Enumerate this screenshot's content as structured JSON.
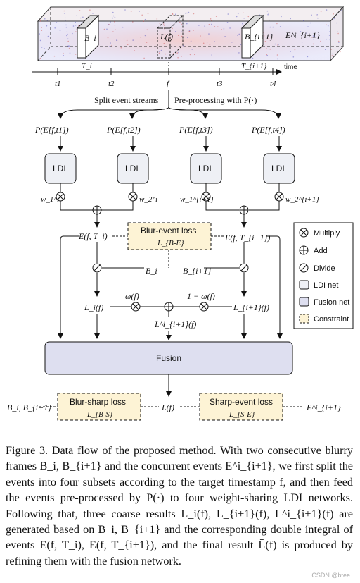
{
  "figure": {
    "timeline": {
      "frame_left": "B_i",
      "frame_center": "L(f)",
      "frame_right": "B_{i+1}",
      "events_right": "E^i_{i+1}",
      "interval_left": "T_i",
      "interval_right": "T_{i+1}",
      "axis_label": "time",
      "ticks": [
        "t1",
        "t2",
        "f",
        "t3",
        "t4"
      ]
    },
    "split_label": "Split event streams",
    "preprocess_label": "Pre-processing with P(·)",
    "inputs": [
      "P(E[f,t1])",
      "P(E[f,t2])",
      "P(E[f,t3])",
      "P(E[f,t4])"
    ],
    "ldi_label": "LDI",
    "weights": [
      "w_1^i",
      "w_2^i",
      "w_1^{i+1}",
      "w_2^{i+1}"
    ],
    "E_left": "E(f, T_i)",
    "E_right": "E(f, T_{i+1})",
    "blur_event_loss": {
      "title": "Blur-event loss",
      "symbol": "L_{B-E}"
    },
    "B_left": "B_i",
    "B_right": "B_{i+1}",
    "omega_left": "ω(f)",
    "omega_right": "1 − ω(f)",
    "L_left": "L_i(f)",
    "L_right": "L_{i+1}(f)",
    "L_mid": "L^i_{i+1}(f)",
    "fusion_label": "Fusion",
    "blur_sharp_loss": {
      "title": "Blur-sharp loss",
      "symbol": "L_{B-S}"
    },
    "sharp_event_loss": {
      "title": "Sharp-event loss",
      "symbol": "L_{S-E}"
    },
    "output_label": "L(f)",
    "left_input": "B_i, B_{i+1}",
    "right_input": "E^i_{i+1}",
    "legend": [
      "Multiply",
      "Add",
      "Divide",
      "LDI net",
      "Fusion net",
      "Constraint"
    ]
  },
  "caption": "Figure 3. Data flow of the proposed method. With two consecutive blurry frames B_i, B_{i+1} and the concurrent events E^i_{i+1}, we first split the events into four subsets according to the target timestamp f, and then feed the events pre-processed by P(·) to four weight-sharing LDI networks. Following that, three coarse results L_i(f), L_{i+1}(f), L^i_{i+1}(f) are generated based on B_i, B_{i+1} and the corresponding double integral of events E(f, T_i), E(f, T_{i+1}), and the final result L̄(f) is produced by refining them with the fusion network.",
  "watermark": "CSDN @btee",
  "colors": {
    "ldi_fill": "#eef0f5",
    "fusion_fill": "#dedff0",
    "constraint_fill": "#fdf3d5"
  }
}
